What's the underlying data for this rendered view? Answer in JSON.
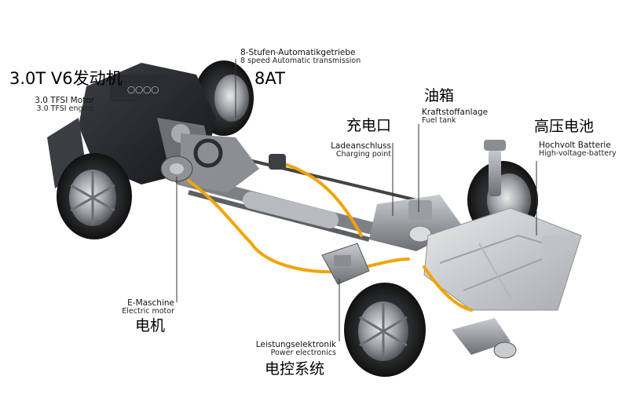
{
  "labels": {
    "engine": {
      "cn": "3.0T V6发动机",
      "de": "3.0 TFSI Motor",
      "en": "3.0 TFSI engine"
    },
    "transmission": {
      "de": "8-Stufen-Automatikgetriebe",
      "en": "8 speed Automatic transmission",
      "short": "8AT"
    },
    "charging": {
      "cn": "充电口",
      "de": "Ladeanschluss",
      "en": "Charging point"
    },
    "fuel": {
      "cn": "油箱",
      "de": "Kraftstoffanlage",
      "en": "Fuel tank"
    },
    "battery": {
      "cn": "高压电池",
      "de": "Hochvolt Batterie",
      "en": "High-voltage-battery"
    },
    "motor": {
      "de": "E-Maschine",
      "en": "Electric motor",
      "cn": "电机"
    },
    "power": {
      "de": "Leistungselektronik",
      "en": "Power electronics",
      "cn": "电控系统"
    }
  },
  "colors": {
    "hv_cable": "#f2a400",
    "chassis": "#3a3d42",
    "battery": "#cfd2d5",
    "leader": "#333333"
  }
}
